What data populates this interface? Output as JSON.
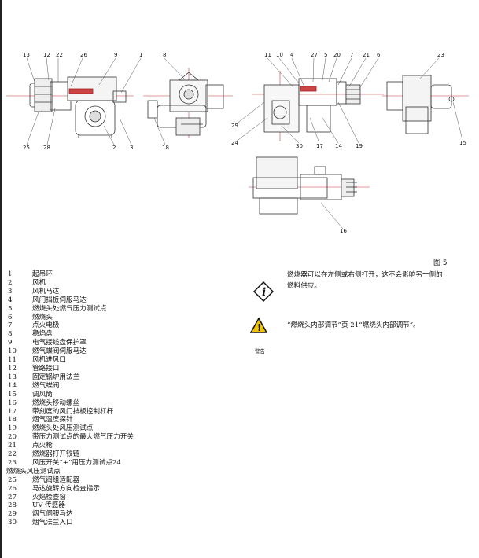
{
  "figure": {
    "caption": "图 5",
    "callouts": {
      "c13": "13",
      "c12": "12",
      "c22": "22",
      "c26": "26",
      "c9": "9",
      "c1": "1",
      "c25": "25",
      "c28": "28",
      "c2": "2",
      "c3": "3",
      "c8": "8",
      "c18": "18",
      "c11": "11",
      "c10": "10",
      "c4": "4",
      "c27": "27",
      "c5": "5",
      "c20": "20",
      "c7": "7",
      "c21": "21",
      "c6": "6",
      "c29": "29",
      "c24": "24",
      "c30": "30",
      "c17": "17",
      "c14": "14",
      "c19": "19",
      "c23": "23",
      "c15": "15",
      "c16": "16"
    }
  },
  "legend": [
    {
      "num": "1",
      "text": "起吊环"
    },
    {
      "num": "2",
      "text": "风机"
    },
    {
      "num": "3",
      "text": "风机马达"
    },
    {
      "num": "4",
      "text": "风门挡板伺服马达"
    },
    {
      "num": "5",
      "text": "燃烧头处燃气压力测试点"
    },
    {
      "num": "6",
      "text": "燃烧头"
    },
    {
      "num": "7",
      "text": "点火电极"
    },
    {
      "num": "8",
      "text": "稳焰盘"
    },
    {
      "num": "9",
      "text": "电气接线盘保护罩"
    },
    {
      "num": "10",
      "text": "燃气蝶阀伺服马达"
    },
    {
      "num": "11",
      "text": "风机进风口"
    },
    {
      "num": "12",
      "text": "管路接口"
    },
    {
      "num": "13",
      "text": "固定锅炉用法兰"
    },
    {
      "num": "14",
      "text": "燃气蝶阀"
    },
    {
      "num": "15",
      "text": "调风筒"
    },
    {
      "num": "16",
      "text": "燃烧头移动螺丝"
    },
    {
      "num": "17",
      "text": "带刻度的风门挡板控制杠杆"
    },
    {
      "num": "18",
      "text": "烟气温度探针"
    },
    {
      "num": "19",
      "text": "燃烧头处风压测试点"
    },
    {
      "num": "20",
      "text": "带压力测试点的最大燃气压力开关"
    },
    {
      "num": "21",
      "text": "点火枪"
    },
    {
      "num": "22",
      "text": "燃烧器打开铰链"
    },
    {
      "num": "23",
      "text": "风压开关“+”用压力测试点24"
    },
    {
      "num": "",
      "text": "燃烧头风压测试点"
    },
    {
      "num": "25",
      "text": "燃气阀组适配器"
    },
    {
      "num": "26",
      "text": "马达旋转方向检查指示"
    },
    {
      "num": "27",
      "text": "火焰检查窗"
    },
    {
      "num": "28",
      "text": "UV 传感器"
    },
    {
      "num": "29",
      "text": "烟气伺服马达"
    },
    {
      "num": "30",
      "text": "烟气法兰入口"
    }
  ],
  "notes": {
    "info": "燃烧器可以在左侧或右侧打开，这不会影响另一侧的燃料供应。",
    "warning_label": "警告",
    "warning": "“燃烧头内部调节”页 21“燃烧头内部调节”。"
  }
}
